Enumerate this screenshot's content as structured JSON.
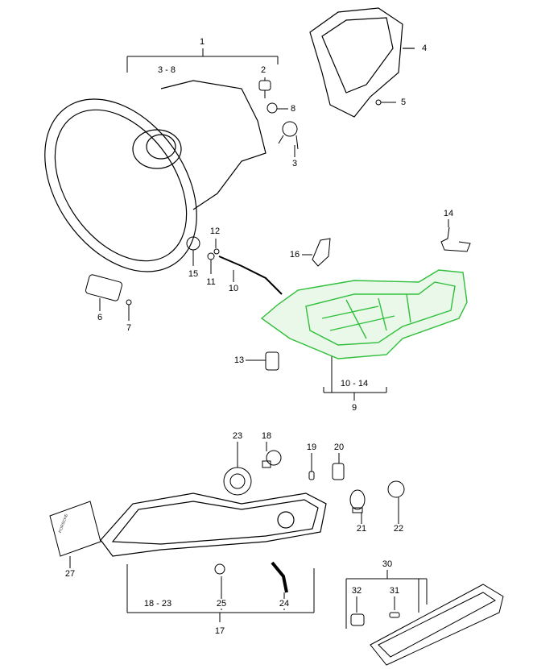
{
  "colors": {
    "line": "#000000",
    "highlight": "#2fbf3a"
  },
  "labels": {
    "l1": "1",
    "l3_8": "3 - 8",
    "l2": "2",
    "l8": "8",
    "l3": "3",
    "l4": "4",
    "l5": "5",
    "l14": "14",
    "l12": "12",
    "l16": "16",
    "l15": "15",
    "l11": "11",
    "l10": "10",
    "l6": "6",
    "l7": "7",
    "l13": "13",
    "l10_14": "10 - 14",
    "l9": "9",
    "l23": "23",
    "l18": "18",
    "l19": "19",
    "l20": "20",
    "l21": "21",
    "l22": "22",
    "l27": "27",
    "l30": "30",
    "l32": "32",
    "l31": "31",
    "l18_23": "18 - 23",
    "l25": "25",
    "l24": "24",
    "l17": "17"
  },
  "card_logo_text": "PORSCHE"
}
